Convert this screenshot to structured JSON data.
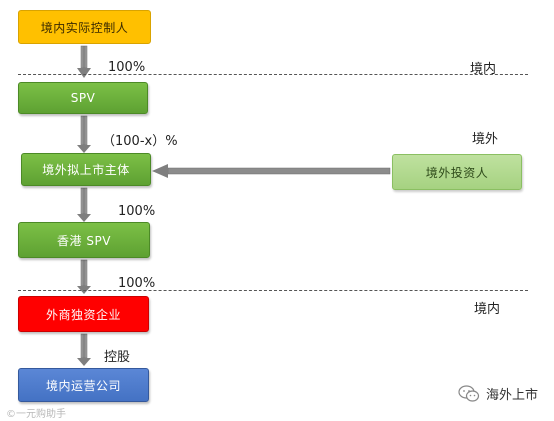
{
  "nodes": {
    "domestic_controller": "境内实际控制人",
    "spv": "SPV",
    "offshore_listing_entity": "境外拟上市主体",
    "offshore_investor": "境外投资人",
    "hk_spv": "香港 SPV",
    "wfoe": "外商独资企业",
    "domestic_operating_company": "境内运营公司"
  },
  "edges": {
    "controller_to_spv": "100%",
    "spv_to_listing": "（100-x）%",
    "listing_to_hk_spv": "100%",
    "hk_spv_to_wfoe": "100%",
    "wfoe_to_opco": "控股"
  },
  "regions": {
    "domestic_top": "境内",
    "offshore": "境外",
    "domestic_bottom": "境内"
  },
  "brand": {
    "name": "海外上市",
    "icon": "wechat-icon"
  },
  "watermark": "©一元购助手",
  "colors": {
    "yellow": "#ffc000",
    "green": "#70ad47",
    "light_green": "#a9d18e",
    "red": "#ff0000",
    "blue": "#4472c4",
    "arrow": "#7f7f7f"
  }
}
